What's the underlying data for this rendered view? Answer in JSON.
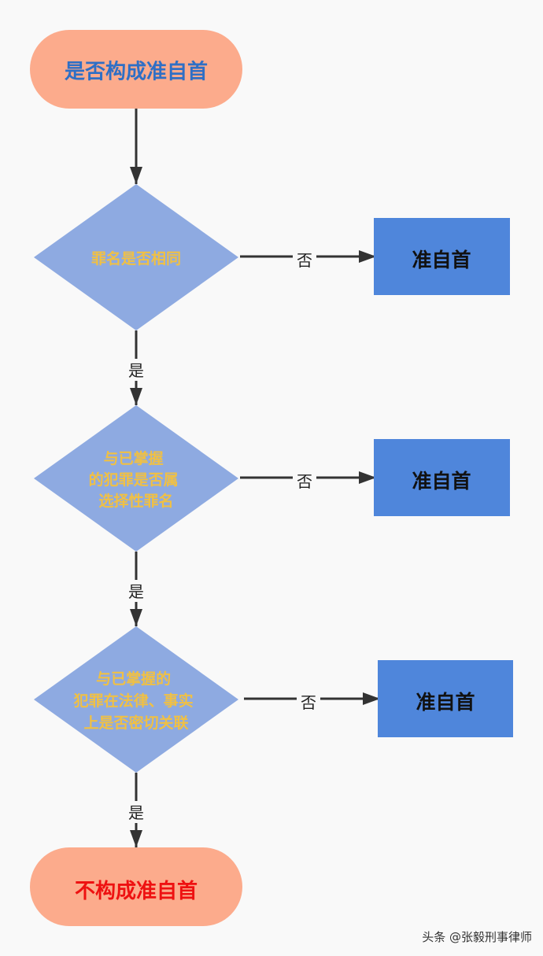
{
  "nodes": {
    "start": {
      "label": "是否构成准自首"
    },
    "decision1": {
      "lines": [
        "罪名是否相同"
      ]
    },
    "decision2": {
      "lines": [
        "与已掌握",
        "的犯罪是否属",
        "选择性罪名"
      ]
    },
    "decision3": {
      "lines": [
        "与已掌握的",
        "犯罪在法律、事实",
        "上是否密切关联"
      ]
    },
    "result1": {
      "label": "准自首"
    },
    "result2": {
      "label": "准自首"
    },
    "result3": {
      "label": "准自首"
    },
    "end": {
      "label": "不构成准自首"
    }
  },
  "edges": {
    "no1": "否",
    "no2": "否",
    "no3": "否",
    "yes1": "是",
    "yes2": "是",
    "yes3": "是"
  },
  "colors": {
    "terminal_fill": "#fcab8c",
    "start_text": "#2f6fc5",
    "end_text": "#ee1111",
    "decision_fill": "#8eaae1",
    "decision_text": "#f0c044",
    "box_fill": "#4f86db",
    "box_text": "#111111",
    "arrow": "#333333"
  },
  "watermark": "头条 @张毅刑事律师"
}
